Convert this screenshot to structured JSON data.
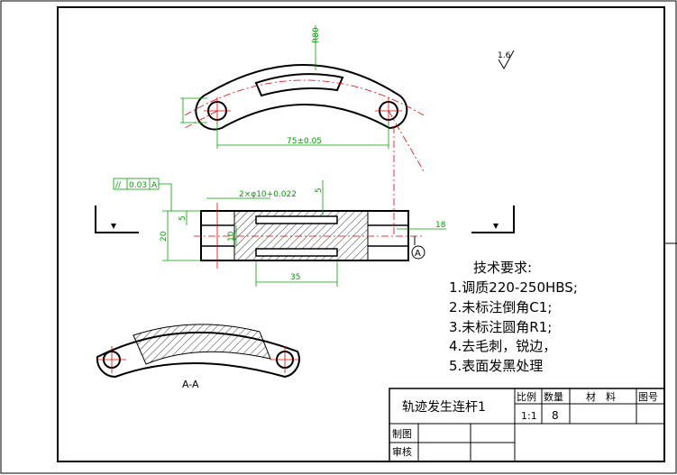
{
  "surface_finish": {
    "value": "1.6"
  },
  "dimensions": {
    "radius": "R80",
    "center_distance": "75±0.05",
    "hole_spec": "2×φ10+0.022",
    "slot_width": "5",
    "thickness_small": "5",
    "height_total": "20",
    "height_mid": "10",
    "width_right": "18",
    "length_bottom": "35"
  },
  "geometric_tolerance": {
    "symbol": "//",
    "value": "0.03",
    "datum": "A"
  },
  "datum_label": "A",
  "section_label": "A-A",
  "technical_requirements": {
    "title": "技术要求:",
    "items": [
      "1.调质220-250HBS;",
      "2.未标注倒角C1;",
      "3.未标注圆角R1;",
      "4.去毛刺，锐边，",
      "5.表面发黑处理"
    ]
  },
  "title_block": {
    "part_name": "轨迹发生连杆1",
    "scale_label": "比例",
    "scale_value": "1:1",
    "quantity_label": "数量",
    "quantity_value": "8",
    "material_label": "材　料",
    "drawing_no_label": "图号",
    "drawn_label": "制图",
    "checked_label": "审核"
  },
  "colors": {
    "outline": "#000000",
    "dimension": "#00a000",
    "centerline": "#e00000",
    "hatch": "#000000"
  }
}
